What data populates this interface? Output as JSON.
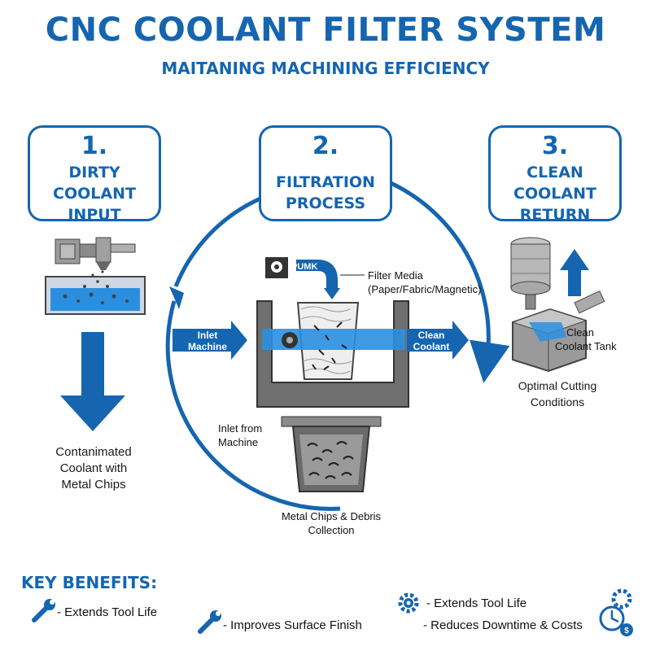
{
  "header": {
    "title": "CNC COOLANT FILTER SYSTEM",
    "subtitle": "MAITANING MACHINING EFFICIENCY"
  },
  "steps": [
    {
      "number": "1.",
      "line1": "DIRTY",
      "line2": "COOLANT",
      "line3": "INPUT"
    },
    {
      "number": "2.",
      "line1": "FILTRATION",
      "line2": "PROCESS"
    },
    {
      "number": "3.",
      "line1": "CLEAN",
      "line2": "COOLANT",
      "line3": "RETURN"
    }
  ],
  "left_caption": [
    "Contanimated",
    "Coolant with",
    "Metal Chips"
  ],
  "center": {
    "pump_label": "PUMK",
    "filter_media_label": [
      "Filter Media",
      "(Paper/Fabric/Magnetic)"
    ],
    "inlet_arrow": [
      "Inlet",
      "Machine"
    ],
    "clean_arrow": [
      "Clean",
      "Coolant"
    ],
    "inlet_from_machine": [
      "Inlet from",
      "Machine"
    ],
    "chips_collection": [
      "Metal Chips & Debris",
      "Collection"
    ]
  },
  "right": {
    "tank_label": [
      "Clean",
      "Coolant Tank"
    ],
    "caption": [
      "Optimal Cutting",
      "Conditions"
    ]
  },
  "benefits": {
    "title": "KEY BENEFITS:",
    "items": [
      {
        "icon": "wrench-icon",
        "text": "- Extends Tool Life"
      },
      {
        "icon": "wrench-icon",
        "text": "- Improves Surface Finish"
      },
      {
        "icon": "gear-icon",
        "text": "- Extends Tool Life"
      },
      {
        "icon": "clock-dollar-icon",
        "text": "- Reduces Downtime & Costs"
      }
    ]
  },
  "colors": {
    "primary": "#1565b0",
    "coolant": "#2b8fe0",
    "metal": "#777777"
  }
}
